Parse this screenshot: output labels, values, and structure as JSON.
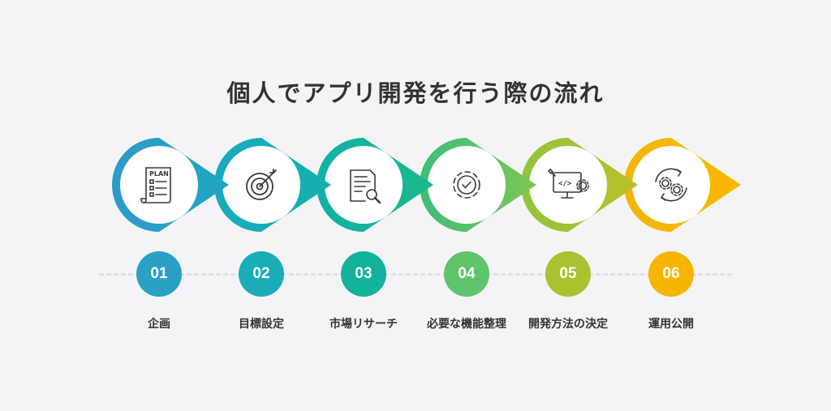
{
  "title": "個人でアプリ開発を行う際の流れ",
  "steps": [
    {
      "number": "01",
      "label": "企画",
      "icon": "plan-checklist-icon",
      "icon_text": "PLAN",
      "color": "#2aa0c4"
    },
    {
      "number": "02",
      "label": "目標設定",
      "icon": "target-icon",
      "color": "#19adb8"
    },
    {
      "number": "03",
      "label": "市場リサーチ",
      "icon": "document-search-icon",
      "color": "#12b39a"
    },
    {
      "number": "04",
      "label": "必要な機能整理",
      "icon": "gear-check-icon",
      "color": "#5fc46b"
    },
    {
      "number": "05",
      "label": "開発方法の決定",
      "icon": "code-monitor-icon",
      "icon_text": "</>",
      "color": "#a8c230"
    },
    {
      "number": "06",
      "label": "運用公開",
      "icon": "gears-cycle-icon",
      "color": "#f7b500"
    }
  ],
  "colors": {
    "background": "#f4f4f6",
    "title": "#333333",
    "icon": "#3a3a3a",
    "dashed_line": "#dfe1ea"
  }
}
